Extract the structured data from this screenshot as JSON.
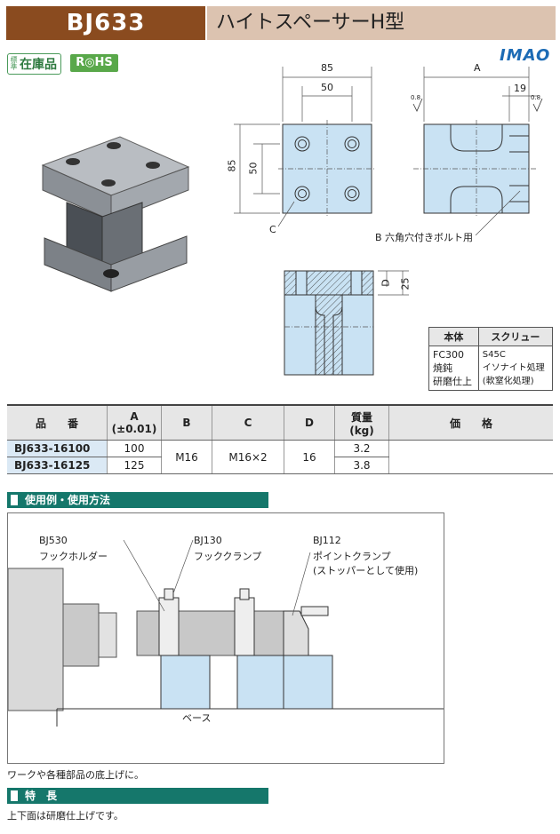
{
  "header": {
    "code": "BJ633",
    "title": "ハイトスペーサーH型"
  },
  "badges": {
    "stock_small": "標準",
    "stock_big": "在庫品",
    "rohs": "R◎HS"
  },
  "logo": "IMAO",
  "drawing": {
    "dim_85_top": "85",
    "dim_50_top": "50",
    "dim_85_left": "85",
    "dim_50_left": "50",
    "dim_A": "A",
    "dim_19": "19",
    "label_C": "C",
    "label_D": "D",
    "dim_25": "25",
    "label_B": "B 六角穴付きボルト用",
    "roughness_1": "0.8",
    "roughness_2": "0.8"
  },
  "material_table": {
    "headers": [
      "本体",
      "スクリュー"
    ],
    "body": [
      "FC300",
      "焼鈍",
      "研磨仕上"
    ],
    "screw": [
      "S45C",
      "イソナイト処理",
      "(軟窒化処理)"
    ]
  },
  "product_table": {
    "headers": {
      "part": "品　　番",
      "a": "A",
      "a_tol": "(±0.01)",
      "b": "B",
      "c": "C",
      "d": "D",
      "mass": "質量",
      "mass_unit": "(kg)",
      "price": "価　　格"
    },
    "rows": [
      {
        "code": "BJ633-16100",
        "a": "100",
        "b": "M16",
        "c": "M16×2",
        "d": "16",
        "mass": "3.2",
        "price": ""
      },
      {
        "code": "BJ633-16125",
        "a": "125",
        "mass": "3.8",
        "price": ""
      }
    ]
  },
  "usage": {
    "section_title": "使用例・使用方法",
    "bj530": "BJ530",
    "bj530_desc": "フックホルダー",
    "bj130": "BJ130",
    "bj130_desc": "フッククランプ",
    "bj112": "BJ112",
    "bj112_desc": "ポイントクランプ",
    "bj112_note": "(ストッパーとして使用)",
    "base": "ベース",
    "caption": "ワークや各種部品の底上げに。"
  },
  "features": {
    "section_title": "特　長",
    "text": "上下面は研磨仕上げです。"
  }
}
